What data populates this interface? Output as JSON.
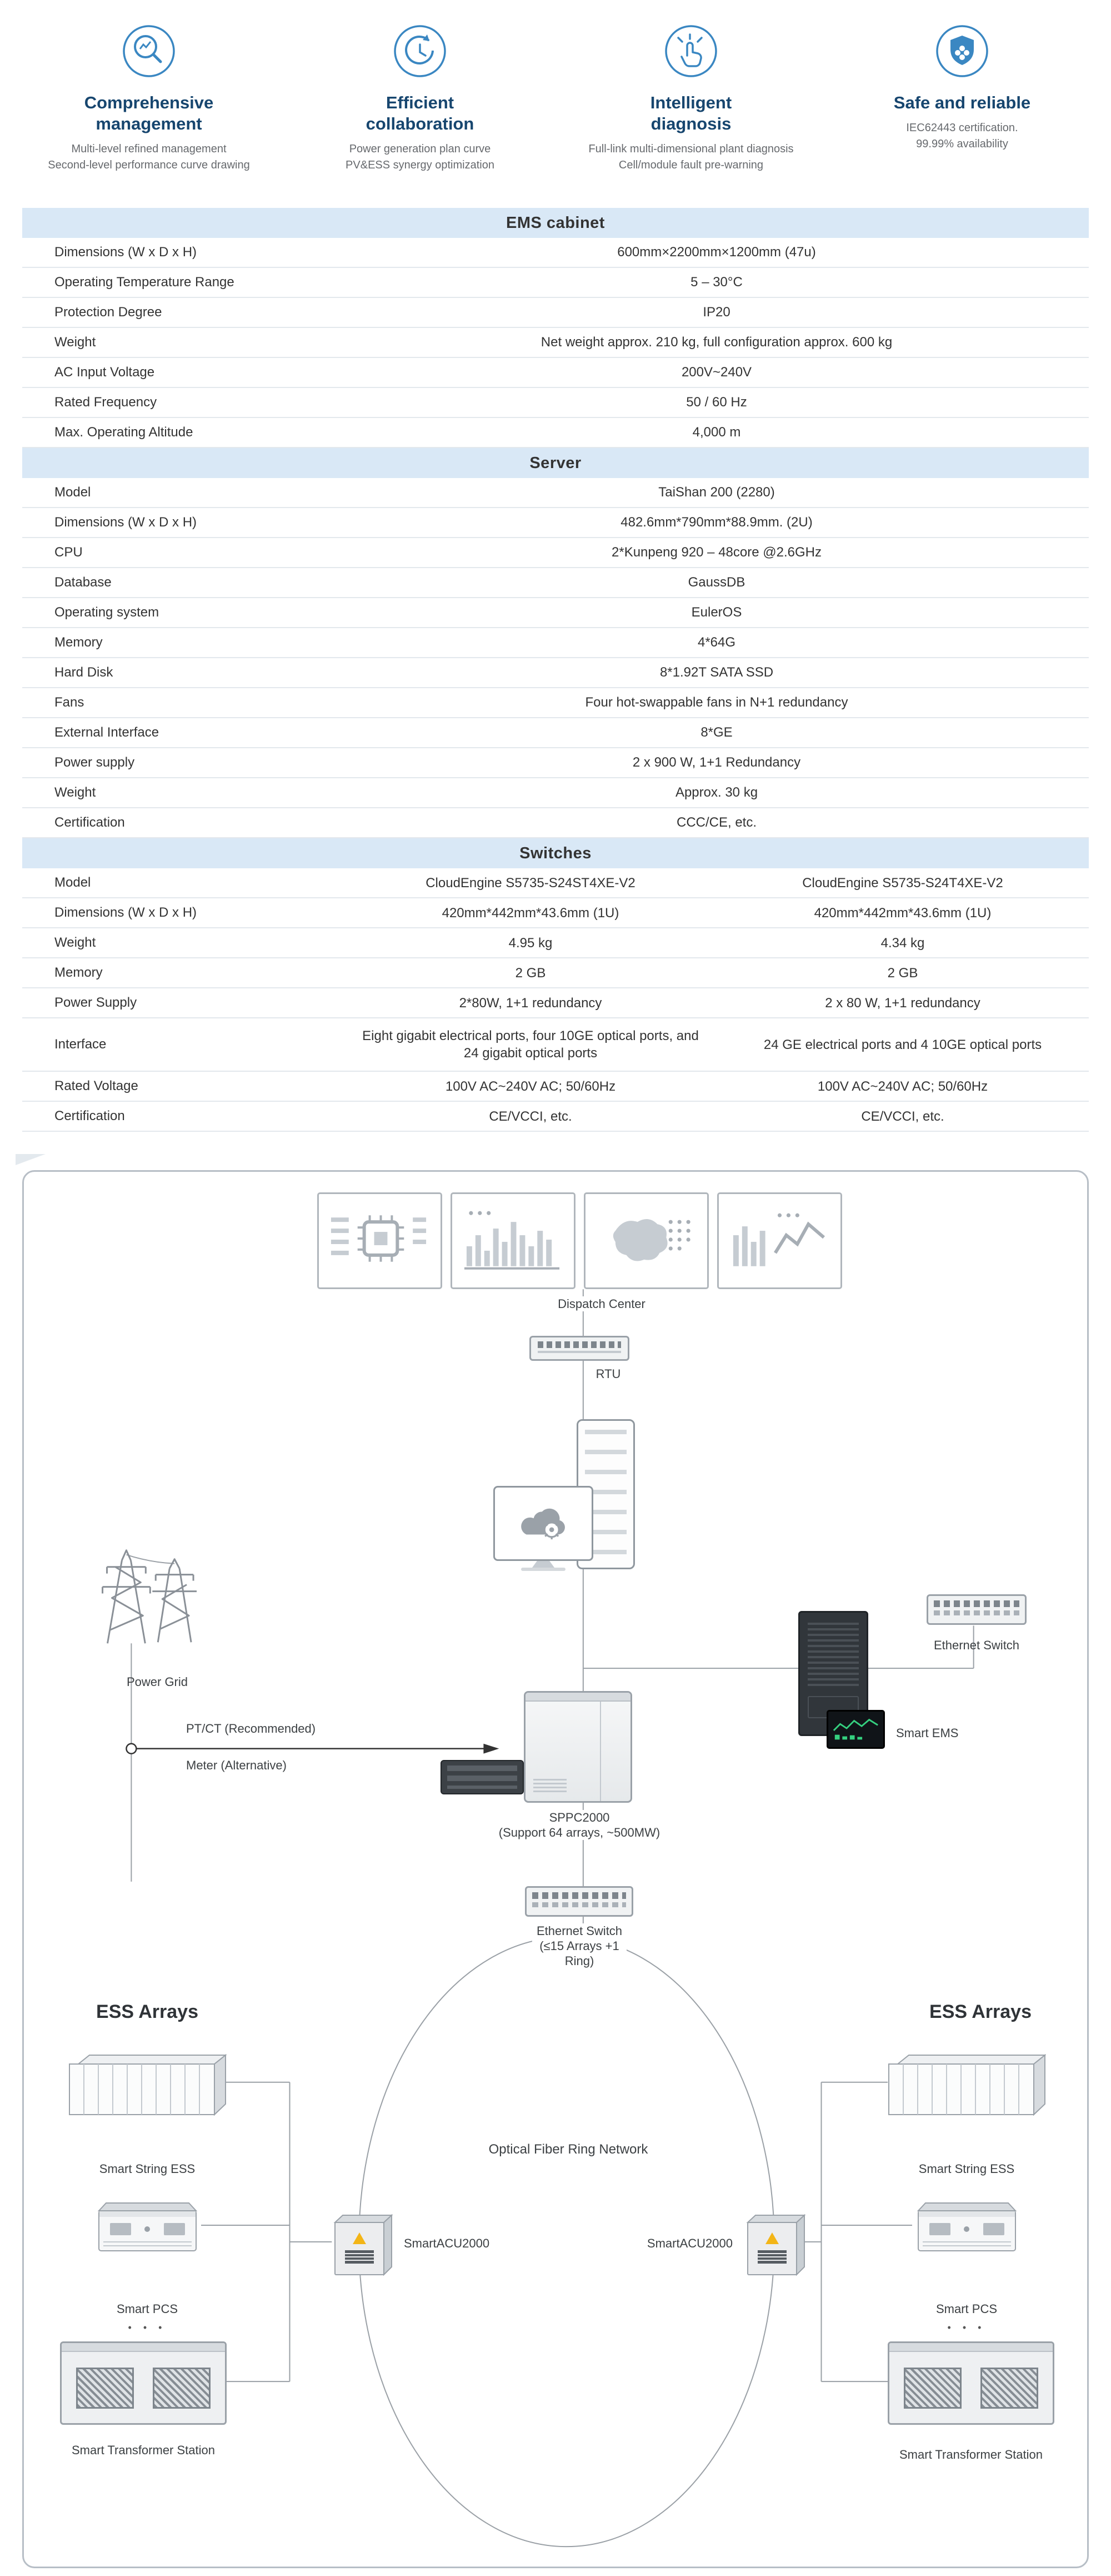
{
  "features": {
    "items": [
      {
        "title": "Comprehensive management",
        "sub1": "Multi-level refined management",
        "sub2": "Second-level performance curve drawing"
      },
      {
        "title": "Efficient collaboration",
        "sub1": "Power generation plan curve",
        "sub2": "PV&ESS  synergy optimization"
      },
      {
        "title": "Intelligent diagnosis",
        "sub1": "Full-link multi-dimensional plant diagnosis",
        "sub2": "Cell/module fault pre-warning"
      },
      {
        "title": "Safe and reliable",
        "sub1": "IEC62443 certification.",
        "sub2": "99.99% availability"
      }
    ]
  },
  "tables": {
    "ems": {
      "title": "EMS cabinet",
      "rows": [
        {
          "label": "Dimensions (W x D x H)",
          "value": "600mm×2200mm×1200mm (47u)"
        },
        {
          "label": "Operating Temperature Range",
          "value": "5 – 30°C"
        },
        {
          "label": "Protection Degree",
          "value": "IP20"
        },
        {
          "label": "Weight",
          "value": "Net weight approx. 210 kg, full configuration approx. 600 kg"
        },
        {
          "label": "AC Input Voltage",
          "value": "200V~240V"
        },
        {
          "label": "Rated Frequency",
          "value": "50 / 60 Hz"
        },
        {
          "label": "Max. Operating Altitude",
          "value": "4,000 m"
        }
      ]
    },
    "server": {
      "title": "Server",
      "rows": [
        {
          "label": "Model",
          "value": "TaiShan 200 (2280)"
        },
        {
          "label": "Dimensions (W x D x H)",
          "value": "482.6mm*790mm*88.9mm. (2U)"
        },
        {
          "label": "CPU",
          "value": "2*Kunpeng 920 – 48core @2.6GHz"
        },
        {
          "label": "Database",
          "value": "GaussDB"
        },
        {
          "label": "Operating system",
          "value": "EulerOS"
        },
        {
          "label": "Memory",
          "value": "4*64G"
        },
        {
          "label": "Hard Disk",
          "value": "8*1.92T SATA SSD"
        },
        {
          "label": "Fans",
          "value": "Four hot-swappable fans in N+1 redundancy"
        },
        {
          "label": "External Interface",
          "value": "8*GE"
        },
        {
          "label": "Power supply",
          "value": "2 x 900 W, 1+1 Redundancy"
        },
        {
          "label": "Weight",
          "value": "Approx. 30 kg"
        },
        {
          "label": "Certification",
          "value": "CCC/CE, etc."
        }
      ]
    },
    "switches": {
      "title": "Switches",
      "rows": [
        {
          "label": "Model",
          "v1": "CloudEngine S5735-S24ST4XE-V2",
          "v2": "CloudEngine S5735-S24T4XE-V2"
        },
        {
          "label": "Dimensions (W x D x H)",
          "v1": "420mm*442mm*43.6mm (1U)",
          "v2": "420mm*442mm*43.6mm (1U)"
        },
        {
          "label": "Weight",
          "v1": "4.95 kg",
          "v2": "4.34 kg"
        },
        {
          "label": "Memory",
          "v1": "2 GB",
          "v2": "2 GB"
        },
        {
          "label": "Power Supply",
          "v1": "2*80W, 1+1 redundancy",
          "v2": "2 x 80 W, 1+1 redundancy"
        },
        {
          "label": "Interface",
          "v1": "Eight gigabit electrical ports, four 10GE optical ports, and 24 gigabit optical ports",
          "v2": "24 GE electrical ports and 4 10GE optical ports"
        },
        {
          "label": "Rated Voltage",
          "v1": "100V AC~240V AC; 50/60Hz",
          "v2": "100V AC~240V AC; 50/60Hz"
        },
        {
          "label": "Certification",
          "v1": "CE/VCCI, etc.",
          "v2": "CE/VCCI, etc."
        }
      ]
    }
  },
  "diagram": {
    "dispatch_center": "Dispatch Center",
    "rtu": "RTU",
    "power_grid": "Power Grid",
    "ptct": "PT/CT (Recommended)",
    "meter": "Meter (Alternative)",
    "sppc_name": "SPPC2000",
    "sppc_note": "(Support 64 arrays, ~500MW)",
    "ethernet_switch": "Ethernet Switch",
    "smart_ems": "Smart EMS",
    "ring_switch_1": "Ethernet Switch",
    "ring_switch_2": "(≤15 Arrays +1",
    "ring_switch_3": "Ring)",
    "ring_label": "Optical Fiber Ring Network",
    "acu_left": "SmartACU2000",
    "acu_right": "SmartACU2000",
    "left": {
      "arrays": "ESS Arrays",
      "string_ess": "Smart String ESS",
      "pcs": "Smart PCS",
      "dots": "• • •",
      "transformer": "Smart Transformer Station"
    },
    "right": {
      "arrays": "ESS Arrays",
      "string_ess": "Smart String ESS",
      "pcs": "Smart PCS",
      "dots": "• • •",
      "transformer": "Smart Transformer Station"
    }
  }
}
